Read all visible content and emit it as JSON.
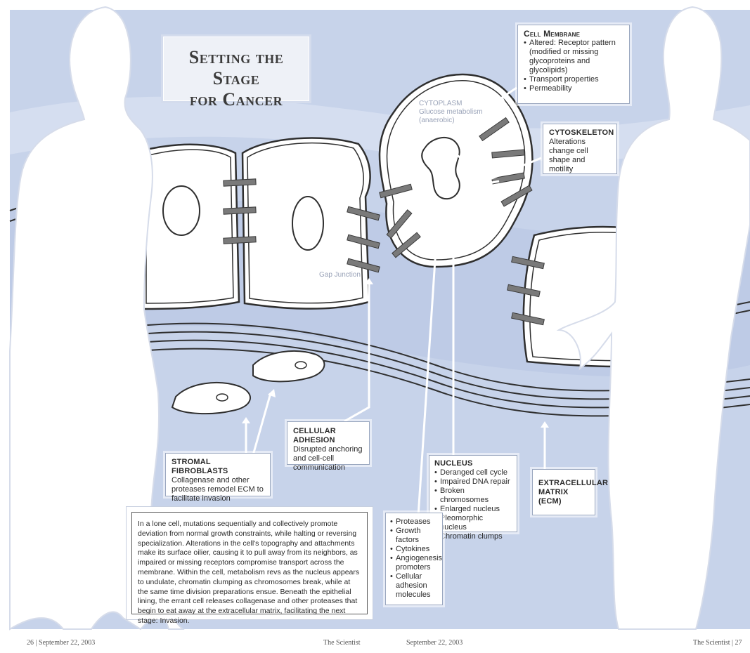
{
  "title": {
    "line1": "Setting the Stage",
    "line2": "for Cancer"
  },
  "cell_membrane": {
    "heading": "Cell Membrane",
    "items": [
      "Altered: Receptor pattern (modified or missing glycoproteins and glycolipids)",
      "Transport properties",
      "Permeability"
    ]
  },
  "cytoplasm": {
    "heading": "CYTOPLASM",
    "line1": "Glucose metabolism",
    "line2": "(anaerobic)"
  },
  "cytoskeleton": {
    "heading": "CYTOSKELETON",
    "text": "Alterations change cell shape and motility"
  },
  "gap_junction": "Gap Junction",
  "stromal": {
    "heading": "STROMAL FIBROBLASTS",
    "text": "Collagenase and other proteases remodel ECM to facilitate invasion"
  },
  "adhesion": {
    "heading": "CELLULAR ADHESION",
    "text": "Disrupted anchoring and cell-cell communication"
  },
  "nucleus": {
    "heading": "NUCLEUS",
    "items": [
      "Deranged cell cycle",
      "Impaired DNA repair",
      "Broken chromosomes",
      "Enlarged nucleus",
      "Pleomorphic nucleus",
      "Chromatin clumps"
    ]
  },
  "ecm": {
    "line1": "EXTRACELLULAR",
    "line2": "MATRIX (ECM)"
  },
  "factors": {
    "items": [
      "Proteases",
      "Growth factors",
      "Cytokines",
      "Angiogenesis promoters",
      "Cellular adhesion molecules"
    ]
  },
  "paragraph": "In a lone cell, mutations sequentially and collectively promote deviation from normal growth constraints, while halting or reversing specialization. Alterations in the cell's topography and attachments make its surface oilier, causing it to pull away from its neighbors, as impaired or missing receptors compromise transport across the membrane. Within the cell, metabolism revs as the nucleus appears to undulate, chromatin clumping as chromosomes break, while at the same time division preparations ensue. Beneath the epithelial lining, the errant cell releases collagenase and other proteases that begin to eat away at the extracellular matrix, facilitating the next stage: Invasion.",
  "footer": {
    "left": "26 | September 22, 2003",
    "center_left": "The Scientist",
    "center_right": "September 22, 2003",
    "right": "The Scientist | 27"
  },
  "colors": {
    "background": "#c7d3ea",
    "band": "#dbe3f2",
    "silhouette": "#ffffff",
    "outline": "#3b3b3b",
    "junction": "#7a7a7a"
  }
}
